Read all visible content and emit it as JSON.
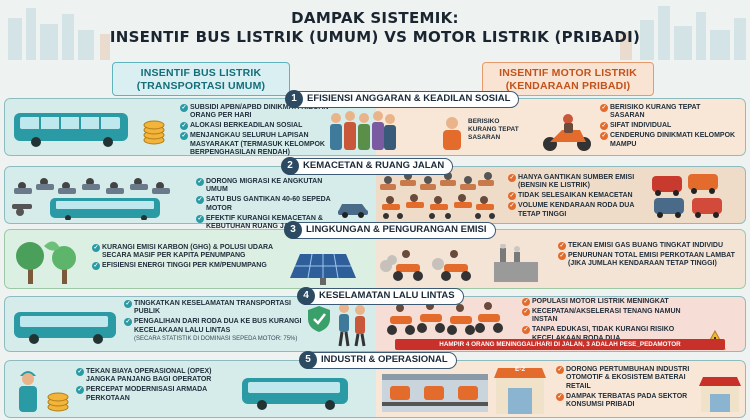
{
  "title": {
    "line1": "DAMPAK SISTEMIK:",
    "line2": "INSENTIF BUS LISTRIK (UMUM) VS MOTOR LISTRIK (PRIBADI)"
  },
  "columns": {
    "left": {
      "line1": "INSENTIF BUS LISTRIK",
      "line2": "(TRANSPORTASI UMUM)"
    },
    "right": {
      "line1": "INSENTIF MOTOR LISTRIK",
      "line2": "(KENDARAAN PRIBADI)"
    }
  },
  "sections": [
    {
      "num": "1",
      "title": "EFISIENSI ANGGARAN & KEADILAN SOSIAL",
      "left": [
        {
          "text": "SUBSIDI APBN/APBD DINIKMATI RIBUAN ORANG PER HARI"
        },
        {
          "text": "ALOKASI BERKEADILAN SOSIAL"
        },
        {
          "text": "MENJANGKAU SELURUH LAPISAN MASYARAKAT (TERMASUK KELOMPOK BERPENGHASILAN RENDAH)"
        }
      ],
      "mid_label": "BERISIKO KURANG TEPAT SASARAN",
      "right": [
        {
          "text": "BERISIKO KURANG TEPAT SASARAN"
        },
        {
          "text": "SIFAT INDIVIDUAL"
        },
        {
          "text": "CENDERUNG DINIKMATI KELOMPOK MAMPU"
        }
      ]
    },
    {
      "num": "2",
      "title": "KEMACETAN & RUANG JALAN",
      "left": [
        {
          "text": "DORONG MIGRASI KE ANGKUTAN UMUM"
        },
        {
          "text": "SATU BUS GANTIKAN 40-60 SEPEDA MOTOR"
        },
        {
          "text": "EFEKTIF KURANGI KEMACETAN & KEBUTUHAN RUANG JALAN"
        }
      ],
      "right": [
        {
          "text": "HANYA GANTIKAN SUMBER EMISI (BENSIN KE LISTRIK)"
        },
        {
          "text": "TIDAK SELESAIKAN KEMACETAN"
        },
        {
          "text": "VOLUME KENDARAAN RODA DUA TETAP TINGGI"
        }
      ]
    },
    {
      "num": "3",
      "title": "LINGKUNGAN & PENGURANGAN EMISI",
      "left": [
        {
          "text": "KURANGI EMISI KARBON (GHG) & POLUSI UDARA SECARA MASIF PER KAPITA PENUMPANG"
        },
        {
          "text": "EFISIENSI ENERGI TINGGI PER KM/PENUMPANG"
        }
      ],
      "right": [
        {
          "text": "TEKAN EMISI GAS BUANG TINGKAT INDIVIDU"
        },
        {
          "text": "PENURUNAN TOTAL EMISI PERKOTAAN LAMBAT (JIKA JUMLAH KENDARAAN TETAP TINGGI)"
        }
      ]
    },
    {
      "num": "4",
      "title": "KESELAMATAN LALU LINTAS",
      "left": [
        {
          "text": "TINGKATKAN KESELAMATAN TRANSPORTASI PUBLIK"
        },
        {
          "text": "PENGALIHAN DARI RODA DUA KE BUS KURANGI KECELAKAAN LALU LINTAS",
          "sub": "(SECARA STATISTIK DI DOMINASI SEPEDA MOTOR: 75%)"
        }
      ],
      "right": [
        {
          "text": "POPULASI MOTOR LISTRIK MENINGKAT"
        },
        {
          "text": "KECEPATAN/AKSELERASI TENANG NAMUN INSTAN"
        },
        {
          "text": "TANPA EDUKASI, TIDAK KURANGI RISIKO KECELAKAAN RODA DUA"
        }
      ],
      "banner": "HAMPIR 4 ORANG MENINGGAL/HARI DI JALAN, 3 ADALAH PESE_PEDAMOTOR"
    },
    {
      "num": "5",
      "title": "INDUSTRI & OPERASIONAL",
      "left": [
        {
          "text": "TEKAN BIAYA OPERASIONAL (OPEX) JANGKA PANJANG BAGI OPERATOR"
        },
        {
          "text": "PERCEPAT MODERNISASI ARMADA PERKOTAAN"
        }
      ],
      "right": [
        {
          "text": "DORONG PERTUMBUHAN INDUSTRI OTOMOTIF & EKOSISTEM BATERAI RETAIL"
        },
        {
          "text": "DAMPAK TERBATAS PADA SEKTOR KONSUMSI PRIBADI"
        }
      ],
      "shop_sign": "E-2"
    }
  ],
  "colors": {
    "teal": "#2a9aa5",
    "orange": "#e36b2c",
    "left_bg": "#d6eceb",
    "right_bg": "#f8e7d6",
    "banner_red": "#c8312a"
  },
  "icons": [
    "city-skyline",
    "bus-icon",
    "people-group-icon",
    "motorbike-icon",
    "coins-icon",
    "solar-panel-icon",
    "tree-icon",
    "shield-icon",
    "warning-icon",
    "factory-icon",
    "shop-icon",
    "worker-icon"
  ]
}
